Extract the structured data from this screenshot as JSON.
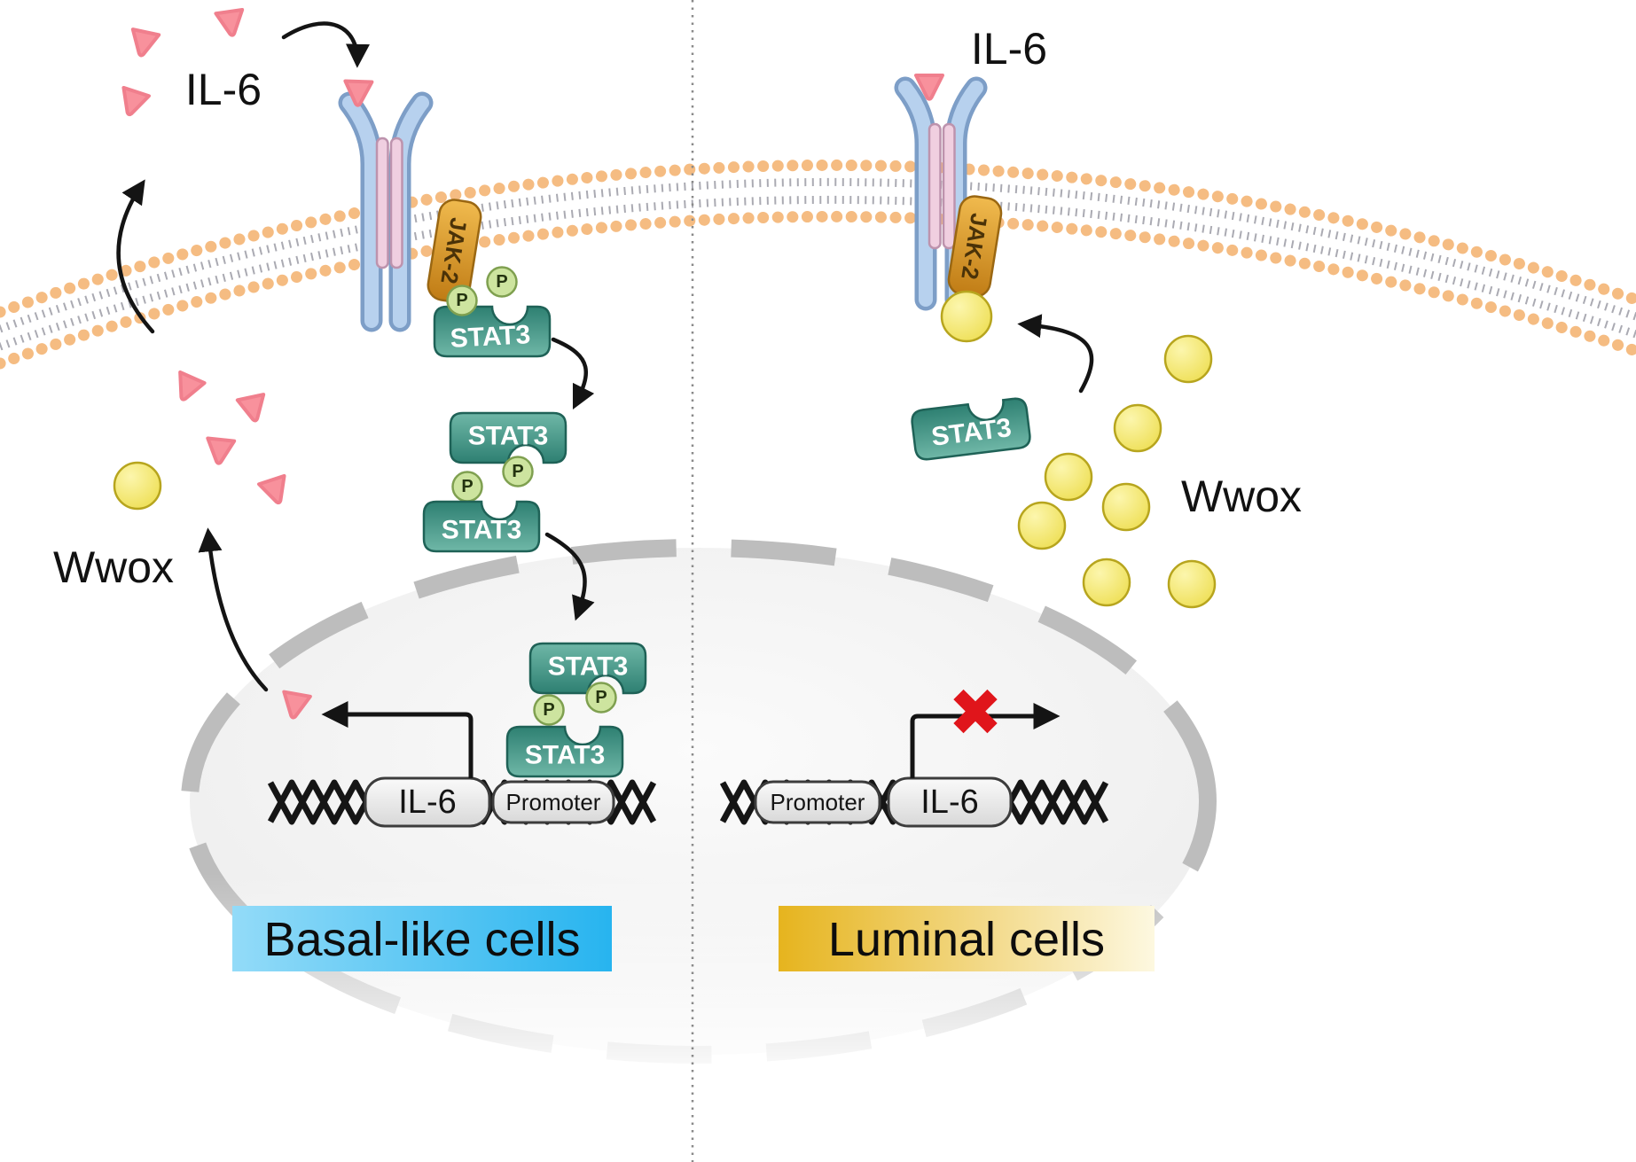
{
  "panels": {
    "basal": {
      "label": "Basal-like cells"
    },
    "luminal": {
      "label": "Luminal cells"
    }
  },
  "molecules": {
    "il6": "IL-6",
    "wwox": "Wwox",
    "jak2": "JAK-2",
    "stat3": "STAT3",
    "phosphate": "P",
    "promoter": "Promoter",
    "blocked_mark": "✖"
  },
  "colors": {
    "il6_triangle": "#f8919c",
    "il6_triangle_stroke": "#f07f8d",
    "wwox_circle": "#f2e565",
    "jak2_fill": "#dfa02e",
    "stat3_fill": "#45968a",
    "phosphate_fill": "#cde49f",
    "membrane_heads": "#f5bc82",
    "receptor_blue": "#b7d1ee",
    "receptor_pink": "#f0cfe0",
    "blocked_x": "#e0151b",
    "basal_gradient_start": "#93dbf8",
    "basal_gradient_end": "#27b4ef",
    "luminal_gradient_start": "#e6b41e",
    "luminal_gradient_end": "#fdf8e0",
    "arrow": "#141414"
  }
}
